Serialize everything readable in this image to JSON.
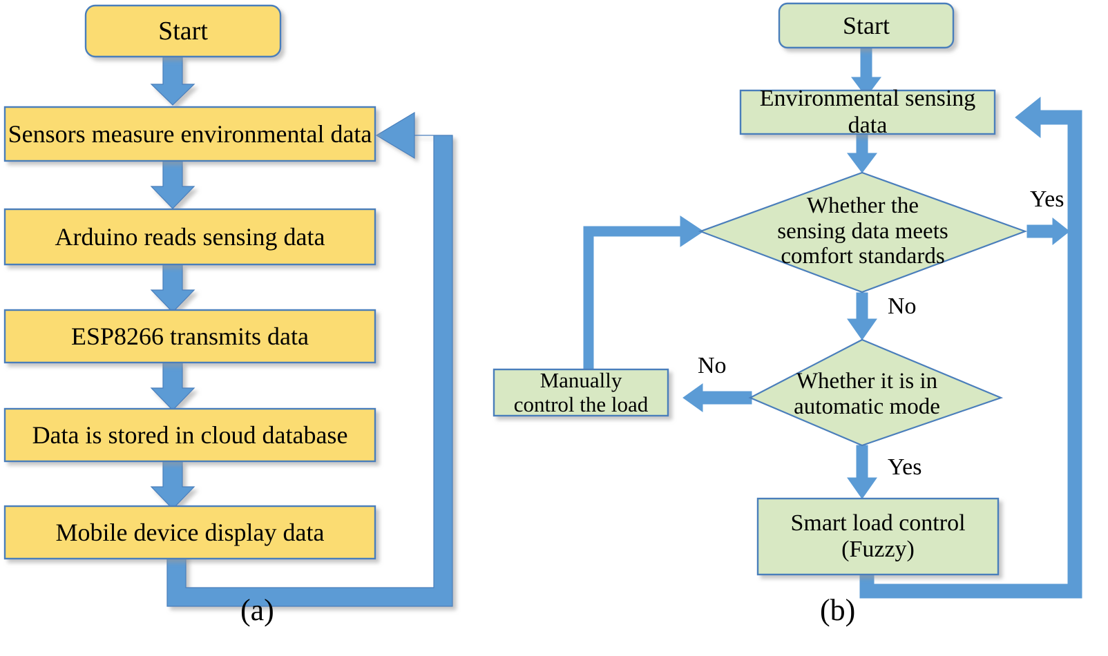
{
  "figure": {
    "type": "flowchart",
    "panels": [
      {
        "id": "a",
        "caption": "(a)",
        "theme": {
          "fill": "#FBDC72",
          "stroke": "#4A7EBB",
          "arrow_fill": "#5B9BD5",
          "arrow_stroke": "#4A7EBB"
        },
        "nodes": [
          {
            "id": "a1",
            "shape": "rounded-rect",
            "text": "Start"
          },
          {
            "id": "a2",
            "shape": "rect",
            "text": "Sensors measure environmental data"
          },
          {
            "id": "a3",
            "shape": "rect",
            "text": "Arduino reads sensing data"
          },
          {
            "id": "a4",
            "shape": "rect",
            "text": "ESP8266 transmits data"
          },
          {
            "id": "a5",
            "shape": "rect",
            "text": "Data is stored in cloud database"
          },
          {
            "id": "a6",
            "shape": "rect",
            "text": "Mobile device display data"
          }
        ],
        "edges": [
          {
            "from": "a1",
            "to": "a2",
            "label": "",
            "style": "arrow-down"
          },
          {
            "from": "a2",
            "to": "a3",
            "label": "",
            "style": "arrow-down"
          },
          {
            "from": "a3",
            "to": "a4",
            "label": "",
            "style": "arrow-down"
          },
          {
            "from": "a4",
            "to": "a5",
            "label": "",
            "style": "arrow-down"
          },
          {
            "from": "a5",
            "to": "a6",
            "label": "",
            "style": "arrow-down"
          },
          {
            "from": "a6",
            "to": "a2",
            "label": "",
            "style": "feedback-loop"
          }
        ]
      },
      {
        "id": "b",
        "caption": "(b)",
        "theme": {
          "fill": "#D8E8C3",
          "stroke": "#4A7EBB",
          "arrow_fill": "#5B9BD5",
          "arrow_stroke": "#5B9BD5"
        },
        "nodes": [
          {
            "id": "b1",
            "shape": "rounded-rect",
            "text": "Start"
          },
          {
            "id": "b2",
            "shape": "rect",
            "text": "Environmental sensing data"
          },
          {
            "id": "b3",
            "shape": "diamond",
            "text": "Whether the\nsensing data meets\ncomfort standards"
          },
          {
            "id": "b4",
            "shape": "diamond",
            "text": "Whether it is in\nautomatic mode"
          },
          {
            "id": "b5",
            "shape": "rect",
            "text": "Manually\ncontrol the load"
          },
          {
            "id": "b6",
            "shape": "rect",
            "text": "Smart load control\n(Fuzzy)"
          }
        ],
        "edges": [
          {
            "from": "b1",
            "to": "b2",
            "label": "",
            "style": "arrow-down"
          },
          {
            "from": "b2",
            "to": "b3",
            "label": "",
            "style": "arrow-down"
          },
          {
            "from": "b3",
            "to": "right",
            "label": "Yes",
            "style": "arrow-right"
          },
          {
            "from": "b3",
            "to": "b4",
            "label": "No",
            "style": "arrow-down"
          },
          {
            "from": "b4",
            "to": "b5",
            "label": "No",
            "style": "arrow-left"
          },
          {
            "from": "b4",
            "to": "b6",
            "label": "Yes",
            "style": "arrow-down"
          },
          {
            "from": "b5",
            "to": "b3",
            "label": "",
            "style": "elbow-up-right"
          },
          {
            "from": "b6",
            "to": "b2",
            "label": "",
            "style": "feedback-loop"
          }
        ]
      }
    ],
    "edge_labels": {
      "yes_top": "Yes",
      "no_mid": "No",
      "no_left": "No",
      "yes_bottom": "Yes"
    }
  }
}
